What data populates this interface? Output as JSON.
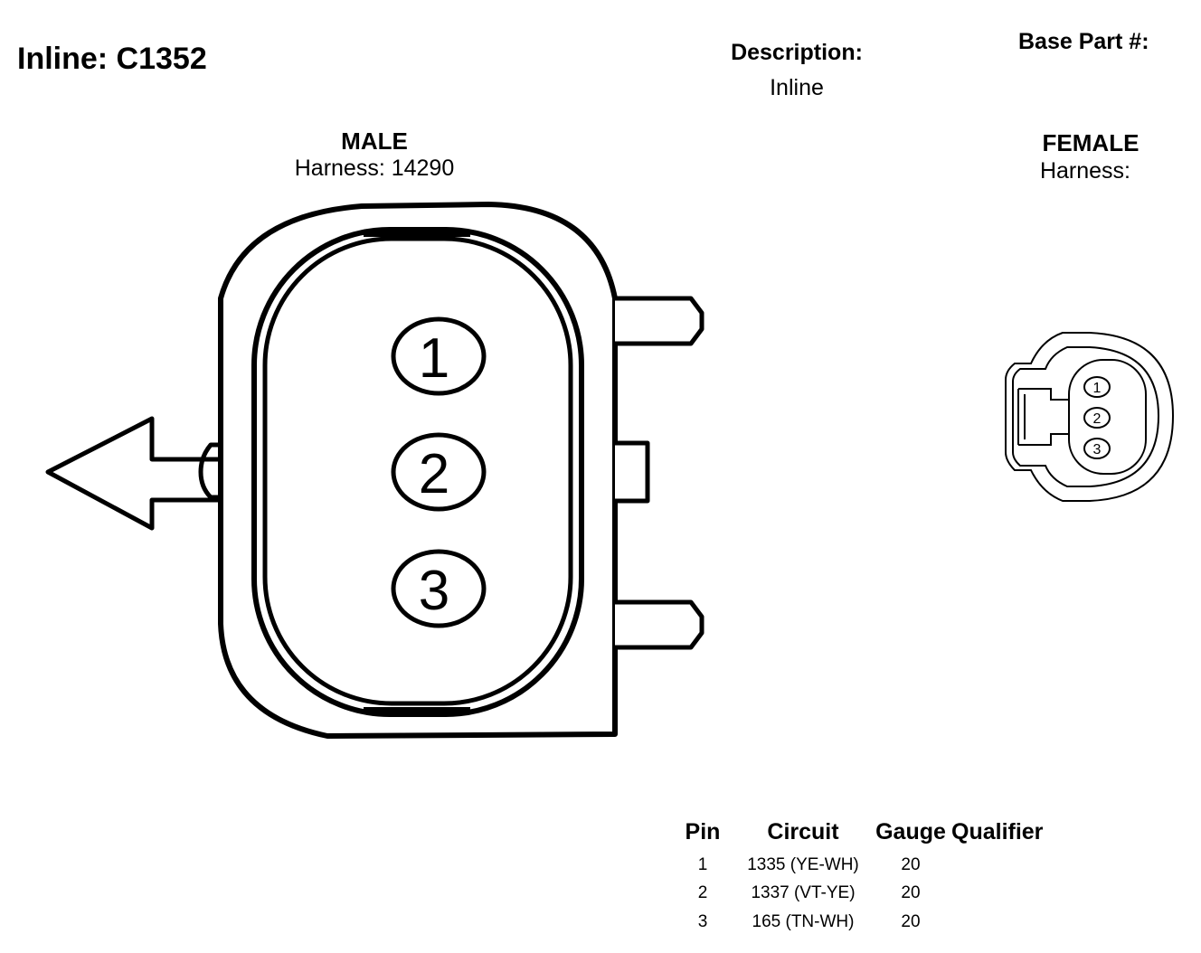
{
  "header": {
    "title": "Inline: C1352",
    "description_label": "Description:",
    "description_value": "Inline",
    "base_part_label": "Base Part #:"
  },
  "male": {
    "label": "MALE",
    "harness": "Harness: 14290",
    "pins": [
      "1",
      "2",
      "3"
    ]
  },
  "female": {
    "label": "FEMALE",
    "harness": "Harness:",
    "pins": [
      "1",
      "2",
      "3"
    ]
  },
  "pin_table": {
    "headers": {
      "pin": "Pin",
      "circuit": "Circuit",
      "gauge": "Gauge",
      "qualifier": "Qualifier"
    },
    "rows": [
      {
        "pin": "1",
        "circuit": "1335 (YE-WH)",
        "gauge": "20",
        "qualifier": ""
      },
      {
        "pin": "2",
        "circuit": "1337 (VT-YE)",
        "gauge": "20",
        "qualifier": ""
      },
      {
        "pin": "3",
        "circuit": "165 (TN-WH)",
        "gauge": "20",
        "qualifier": ""
      }
    ]
  }
}
